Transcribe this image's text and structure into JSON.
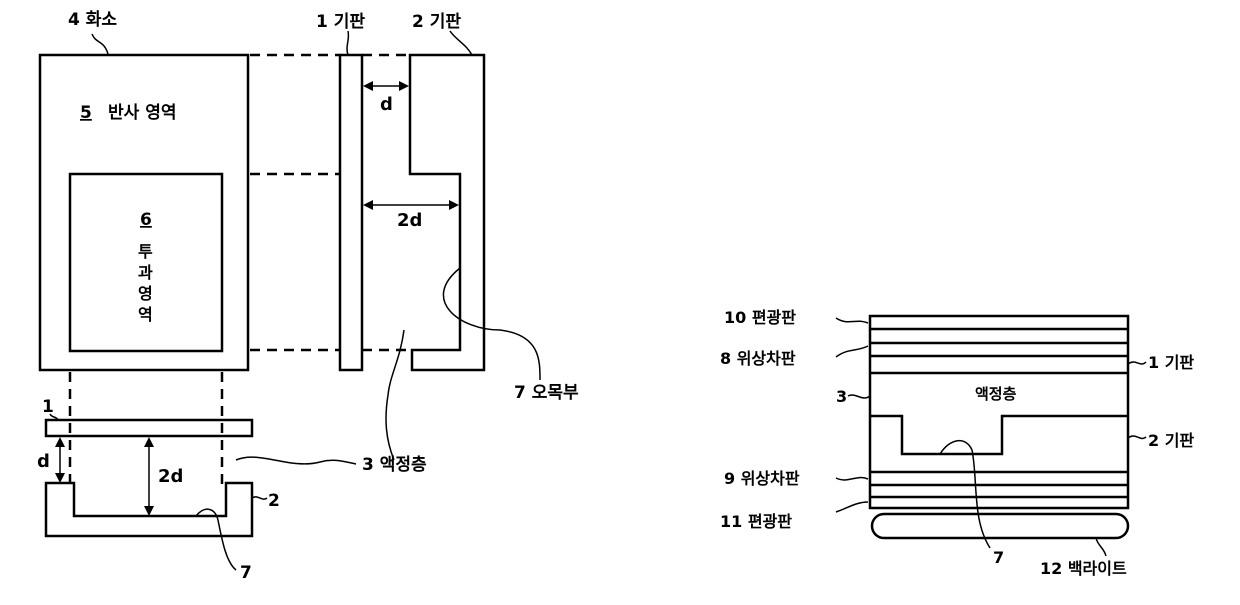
{
  "labels": {
    "pixel": "4 화소",
    "reflective_area_num": "5",
    "reflective_area": "반사 영역",
    "transmissive_area_num": "6",
    "transmissive_area_chars": [
      "투",
      "과",
      "영",
      "역"
    ],
    "substrate1_top": "1 기판",
    "substrate2_top": "2 기판",
    "gap_d": "d",
    "gap_2d": "2d",
    "recess_label": "7 오목부",
    "lc_layer_label": "3 액정층",
    "sect_1": "1",
    "sect_d": "d",
    "sect_2d": "2d",
    "sect_2": "2",
    "sect_7": "7",
    "r_polarizer_top": "10 편광판",
    "r_retarder_top": "8 위상차판",
    "r_substrate1": "1 기판",
    "r_3": "3",
    "r_lc_layer": "액정층",
    "r_substrate2": "2 기판",
    "r_retarder_bottom": "9 위상차판",
    "r_polarizer_bottom": "11 편광판",
    "r_7": "7",
    "r_backlight": "12 백라이트"
  }
}
